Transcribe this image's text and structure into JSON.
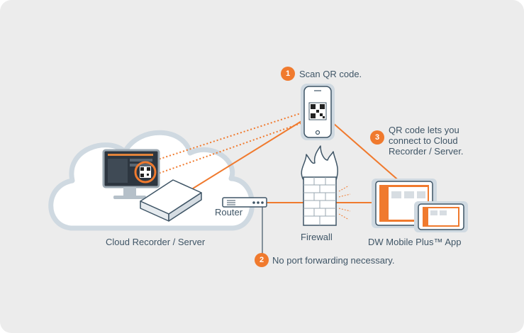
{
  "colors": {
    "accent": "#f07a2e",
    "text": "#3f5566",
    "cloud_fill": "#ffffff",
    "cloud_stroke": "#cfd9e1",
    "background": "#ececec"
  },
  "steps": [
    {
      "number": "1",
      "text": "Scan QR code."
    },
    {
      "number": "2",
      "text": "No port forwarding necessary."
    },
    {
      "number": "3",
      "text": "QR code lets you connect to Cloud Recorder / Server."
    }
  ],
  "labels": {
    "cloud": "Cloud Recorder / Server",
    "router": "Router",
    "firewall": "Firewall",
    "app": "DW Mobile Plus™ App"
  },
  "icons": [
    "cloud-icon",
    "monitor-icon",
    "qr-code-icon",
    "recorder-box-icon",
    "router-icon",
    "firewall-icon",
    "flame-icon",
    "smartphone-icon",
    "tablet-icon"
  ]
}
